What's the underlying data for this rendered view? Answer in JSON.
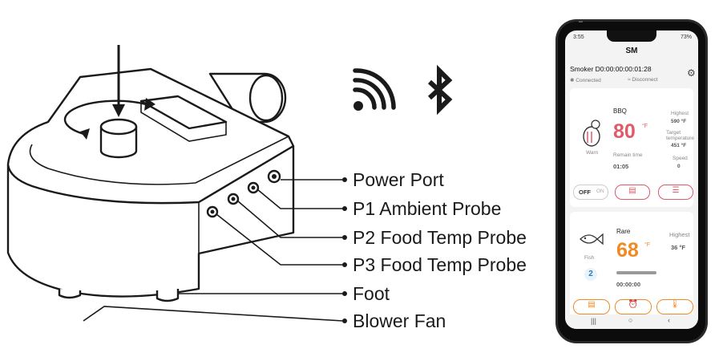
{
  "callouts": {
    "power_port": "Power Port",
    "p1": "P1 Ambient Probe",
    "p2": "P2 Food Temp Probe",
    "p3": "P3 Food Temp Probe",
    "foot": "Foot",
    "blower": "Blower Fan"
  },
  "icons": {
    "wifi": "wifi-icon",
    "bluetooth": "bluetooth-icon"
  },
  "phone": {
    "time": "3:55",
    "battery": "73%",
    "title": "SM",
    "device_id": "Smoker D0:00:00:00:01:28",
    "bt_status": "Connected",
    "wifi_status": "Disconnect",
    "card1": {
      "food": "BBQ",
      "temp": "80",
      "unit": "°F",
      "status": "Warn",
      "highest_label": "Highest",
      "highest_value": "590 °F",
      "target_label": "Target temperature",
      "target_value": "451 °F",
      "remain_label": "Remain time",
      "remain_value": "01:05",
      "speed_label": "Speed",
      "speed_value": "0",
      "toggle_off": "OFF",
      "toggle_on": "ON"
    },
    "card2": {
      "doneness": "Rare",
      "temp": "68",
      "unit": "°F",
      "category": "Fish",
      "probe_num": "2",
      "highest_label": "Highest",
      "highest_value": "36 °F",
      "timer": "00:00:00"
    },
    "colors": {
      "red": "#e05a67",
      "orange": "#f08a24"
    }
  }
}
